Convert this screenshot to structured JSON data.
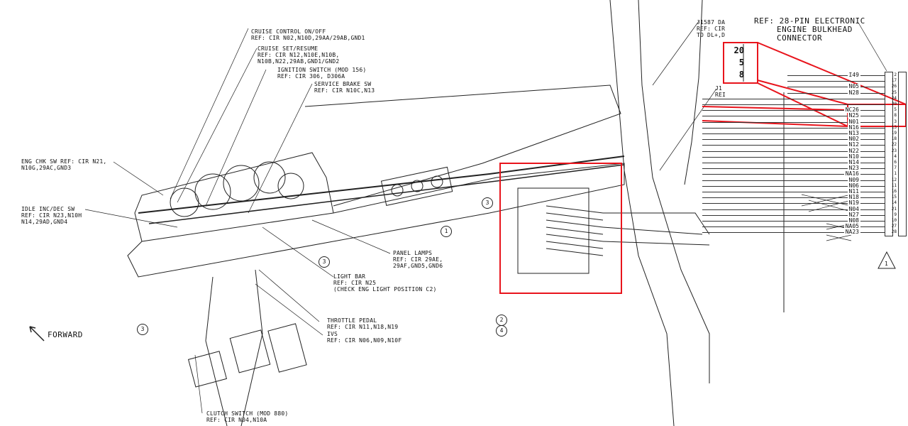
{
  "callouts": {
    "cruise_control": {
      "title": "CRUISE CONTROL ON/OFF",
      "ref": "REF: CIR N02,N10D,29AA/29AB,GND1"
    },
    "cruise_set": {
      "title": "CRUISE SET/RESUME",
      "ref": "REF: CIR N12,N10E,N10B,",
      "ref2": "N10B,N22,29AB,GND1/GND2"
    },
    "ignition": {
      "title": "IGNITION SWITCH (MOD 156)",
      "ref": "REF: CIR 306, D306A"
    },
    "service_brake": {
      "title": "SERVICE BRAKE SW",
      "ref": "REF: CIR N10C,N13"
    },
    "eng_chk": {
      "title": "ENG CHK SW REF: CIR N21,",
      "ref": "N10G,29AC,GND3"
    },
    "idle": {
      "title": "IDLE INC/DEC SW",
      "ref": "REF: CIR N23,N10H",
      "ref2": "N14,29AD,GND4"
    },
    "panel_lamps": {
      "title": "PANEL LAMPS",
      "ref": "REF: CIR 29AE,",
      "ref2": "29AF,GND5,GND6"
    },
    "light_bar": {
      "title": "LIGHT BAR",
      "ref": "REF: CIR N25",
      "ref2": "(CHECK ENG LIGHT POSITION C2)"
    },
    "throttle": {
      "title": "THROTTLE PEDAL",
      "ref": "REF: CIR N11,N18,N19"
    },
    "ivs": {
      "title": "IVS",
      "ref": "REF: CIR N06,N09,N10F"
    },
    "clutch": {
      "title": "CLUTCH SWITCH (MOD 880)",
      "ref": "REF: CIR N04,N10A"
    },
    "j1587": {
      "line1": "J1587 DA",
      "line2": "REF: CIR",
      "line3": "TO DL+,D"
    },
    "j1": {
      "line1": "J1",
      "line2": "REI"
    },
    "connector_ref": {
      "line1": "REF: 28-PIN ELECTRONIC",
      "line2": "ENGINE BULKHEAD",
      "line3": "CONNECTOR"
    }
  },
  "forward_label": "FORWARD",
  "item_numbers": {
    "n1": "1",
    "n3a": "3",
    "n3b": "3",
    "n3c": "3",
    "n2": "2",
    "n4": "4",
    "tri": "1"
  },
  "j1587_pins": [
    "20",
    "5",
    "8"
  ],
  "connector_rows": [
    {
      "name": "I49",
      "pin": "2"
    },
    {
      "name": "",
      "pin": "17"
    },
    {
      "name": "N05",
      "pin": "26"
    },
    {
      "name": "N28",
      "pin": "25"
    },
    {
      "name": "",
      "pin": "24"
    },
    {
      "name": "",
      "pin": "20"
    },
    {
      "name": "NC26",
      "pin": "5"
    },
    {
      "name": "N25",
      "pin": "8"
    },
    {
      "name": "N01",
      "pin": "3"
    },
    {
      "name": "N16",
      "pin": "13"
    },
    {
      "name": "N13",
      "pin": "19"
    },
    {
      "name": "N02",
      "pin": "18"
    },
    {
      "name": "N12",
      "pin": "22"
    },
    {
      "name": "N22",
      "pin": "23"
    },
    {
      "name": "N10",
      "pin": "4"
    },
    {
      "name": "N14",
      "pin": "6"
    },
    {
      "name": "N23",
      "pin": "7"
    },
    {
      "name": "NA16",
      "pin": "1"
    },
    {
      "name": "N09",
      "pin": "12"
    },
    {
      "name": "N06",
      "pin": "11"
    },
    {
      "name": "N11",
      "pin": "16"
    },
    {
      "name": "N18",
      "pin": "15"
    },
    {
      "name": "N19",
      "pin": "14"
    },
    {
      "name": "N04",
      "pin": "21"
    },
    {
      "name": "N27",
      "pin": "9"
    },
    {
      "name": "N08",
      "pin": "10"
    },
    {
      "name": "NA05",
      "pin": "27"
    },
    {
      "name": "NA23",
      "pin": "28"
    }
  ],
  "colors": {
    "highlight": "#e8141c",
    "ink": "#1a1a1a"
  }
}
